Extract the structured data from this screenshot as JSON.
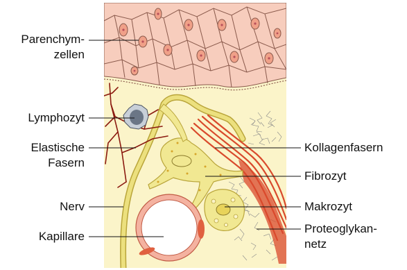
{
  "labels": {
    "parenchym_line1": "Parenchym-",
    "parenchym_line2": "zellen",
    "lymphozyt": "Lymphozyt",
    "elastische_line1": "Elastische",
    "elastische_line2": "Fasern",
    "nerv": "Nerv",
    "kapillare": "Kapillare",
    "kollagenfasern": "Kollagenfasern",
    "fibrozyt": "Fibrozyt",
    "makrozyt": "Makrozyt",
    "proteoglykan_line1": "Proteoglykan-",
    "proteoglykan_line2": "netz"
  },
  "colors": {
    "parenchyma": "#f7cdbd",
    "cell_outline": "#8a5a4c",
    "nucleus_fill": "#f0a088",
    "nucleus_dot": "#b8505a",
    "matrix": "#fbf4c9",
    "nerve": "#ece07e",
    "fibrocyte": "#f1e892",
    "collagen": "#d94a2c",
    "elastic": "#8b1a10",
    "capillary_wall": "#f4b2a0",
    "lymphocyte": "#c8cfd8",
    "mesh": "#8a8a8a"
  }
}
